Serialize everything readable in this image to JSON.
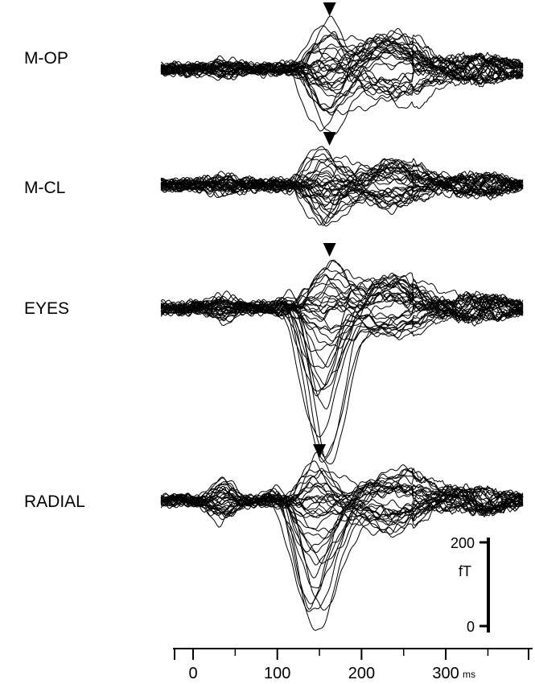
{
  "chart_data": {
    "type": "line",
    "x_unit": "ms",
    "x_ticks": [
      0,
      100,
      200,
      300
    ],
    "xlim": [
      -35,
      385
    ],
    "scale_bar": {
      "top_label": "200",
      "bottom_label": "0",
      "unit": "fT",
      "ylim": [
        0,
        200
      ]
    },
    "panels": [
      {
        "label": "M-OP",
        "marker_ms": 162,
        "peak_ms": 160,
        "up": 58,
        "down": 75,
        "late": 45,
        "early": 10
      },
      {
        "label": "M-CL",
        "marker_ms": 162,
        "peak_ms": 155,
        "up": 45,
        "down": 50,
        "late": 30,
        "early": 10
      },
      {
        "label": "EYES",
        "marker_ms": 162,
        "peak_ms": 155,
        "up": 58,
        "down": 195,
        "late": 40,
        "early": 15
      },
      {
        "label": "RADIAL",
        "marker_ms": 150,
        "peak_ms": 148,
        "up": 48,
        "down": 168,
        "late": 40,
        "early": 25
      }
    ]
  }
}
